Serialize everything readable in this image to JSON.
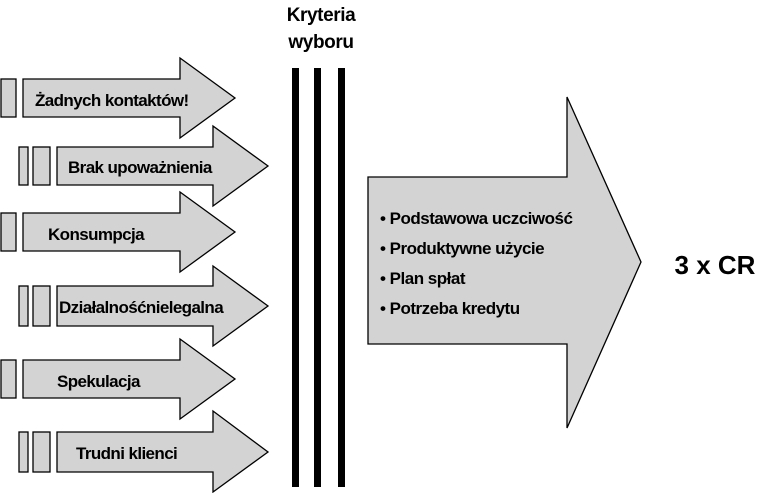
{
  "arrows": [
    {
      "label": "Żadnych kontaktów!"
    },
    {
      "label": "Brak upoważnienia"
    },
    {
      "label": "Konsumpcja"
    },
    {
      "label": "Działalnośćnielegalna"
    },
    {
      "label": "Spekulacja"
    },
    {
      "label": "Trudni klienci"
    }
  ],
  "criteria": {
    "title_line1": "Kryteria",
    "title_line2": "wyboru"
  },
  "big_arrow": {
    "items": [
      "• Podstawowa uczciwość",
      "• Produktywne użycie",
      "• Plan spłat",
      "• Potrzeba kredytu"
    ]
  },
  "result": "3 x CR",
  "colors": {
    "arrow_fill": "#d3d3d3",
    "stroke": "#000000"
  }
}
